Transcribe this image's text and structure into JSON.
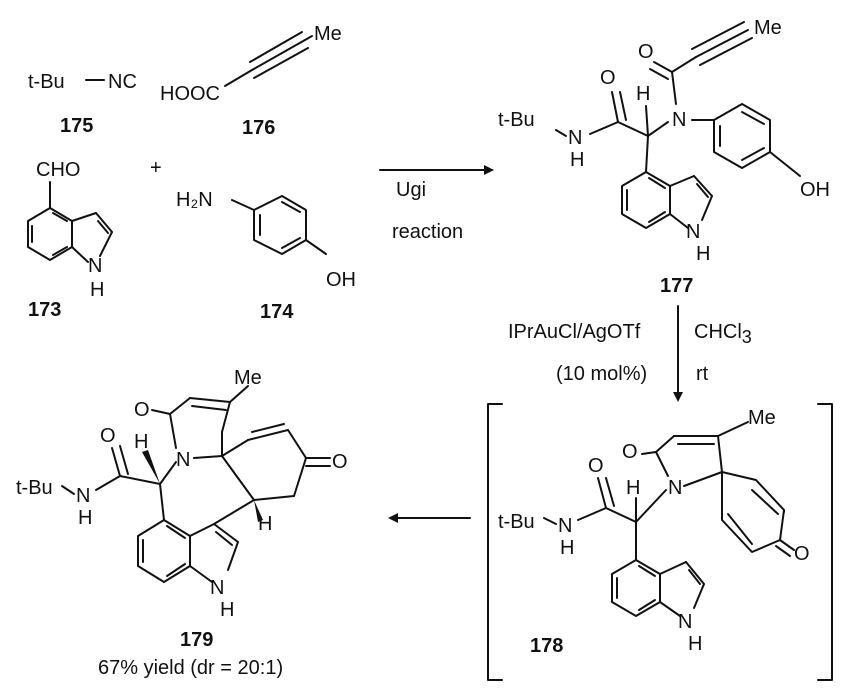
{
  "misc": {
    "plus": "+"
  },
  "c175": {
    "tbu": "t-Bu",
    "nc": "NC",
    "number": "175"
  },
  "c176": {
    "hooc": "HOOC",
    "me": "Me",
    "number": "176"
  },
  "c173": {
    "cho": "CHO",
    "n": "N",
    "h": "H",
    "number": "173"
  },
  "c174": {
    "h2n": "H₂N",
    "oh": "OH",
    "number": "174"
  },
  "arrows": {
    "a1_line1": "Ugi",
    "a1_line2": "reaction",
    "a2_left1": "IPrAuCl/AgOTf",
    "a2_left2": "(10 mol%)",
    "a2_right1_main": "CHCl",
    "a2_right1_sub": "3",
    "a2_right2": "rt"
  },
  "c177": {
    "me": "Me",
    "o1": "O",
    "n": "N",
    "h_alpha": "H",
    "o2": "O",
    "nh_n": "N",
    "nh_h": "H",
    "tbu": "t-Bu",
    "oh": "OH",
    "indole_n": "N",
    "indole_h": "H",
    "number": "177"
  },
  "c178": {
    "o1": "O",
    "me": "Me",
    "n": "N",
    "o2": "O",
    "h_alpha": "H",
    "o3": "O",
    "nh_n": "N",
    "nh_h": "H",
    "tbu": "t-Bu",
    "indole_n": "N",
    "indole_h": "H",
    "number": "178"
  },
  "c179": {
    "o1": "O",
    "me": "Me",
    "n": "N",
    "o2": "O",
    "h_ring": "H",
    "h_alpha": "H",
    "o3": "O",
    "nh_n": "N",
    "nh_h": "H",
    "tbu": "t-Bu",
    "indole_n": "N",
    "indole_h": "H",
    "number": "179",
    "yield": "67% yield (dr = 20:1)"
  }
}
